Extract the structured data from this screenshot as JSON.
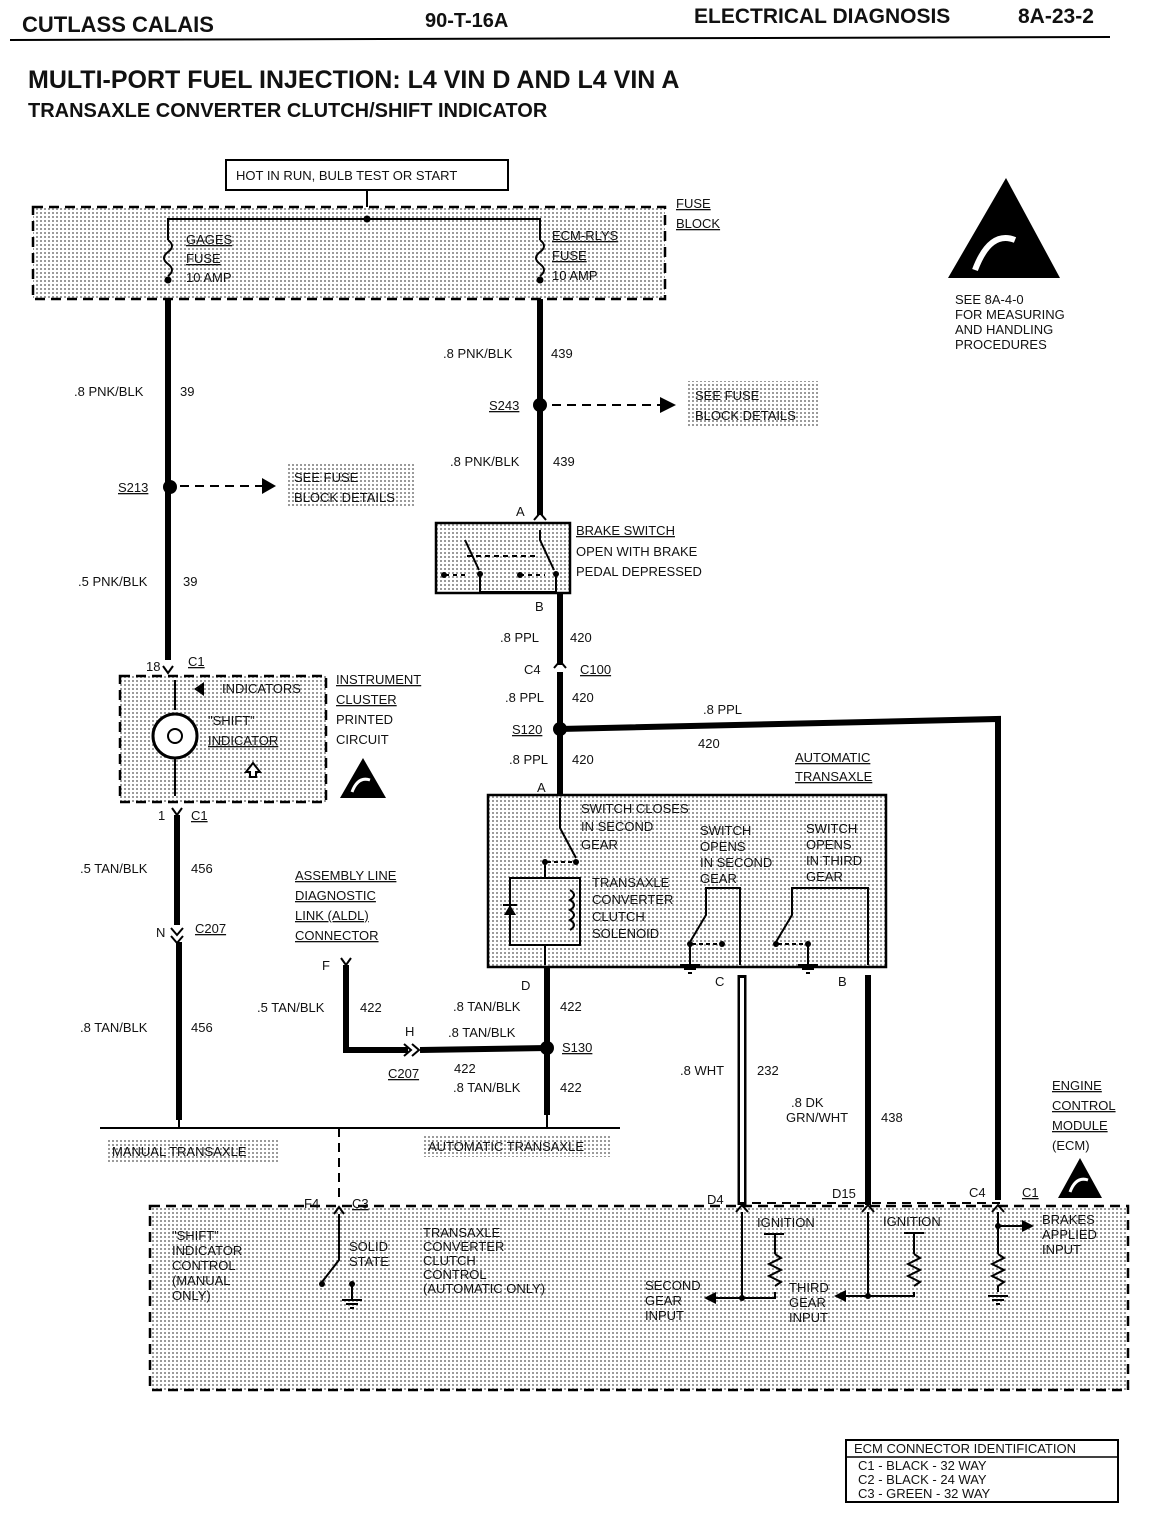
{
  "header": {
    "vehicle": "CUTLASS CALAIS",
    "doc_code": "90-T-16A",
    "section": "ELECTRICAL DIAGNOSIS",
    "page_no": "8A-23-2",
    "title": "MULTI-PORT FUEL INJECTION: L4 VIN D AND L4 VIN A",
    "subtitle": "TRANSAXLE CONVERTER CLUTCH/SHIFT INDICATOR"
  },
  "power": {
    "hot_label": "HOT IN RUN, BULB TEST OR START",
    "fuse_block": [
      "FUSE",
      "BLOCK"
    ],
    "gages_fuse": [
      "GAGES",
      "FUSE",
      "10 AMP"
    ],
    "ecm_fuse": [
      "ECM-RLYS",
      "FUSE",
      "10 AMP"
    ]
  },
  "esd_note": [
    "SEE 8A-4-0",
    "FOR MEASURING",
    "AND HANDLING",
    "PROCEDURES"
  ],
  "left_circuit": {
    "wire1": [
      ".8 PNK/BLK",
      "39"
    ],
    "splice": "S213",
    "splice_ref": [
      "SEE FUSE",
      "BLOCK DETAILS"
    ],
    "wire2": [
      ".5 PNK/BLK",
      "39"
    ],
    "pin_top": "18",
    "conn_top": "C1",
    "cluster": {
      "indicators": "INDICATORS",
      "shift_indicator": [
        "\"SHIFT\"",
        "INDICATOR"
      ],
      "label": [
        "INSTRUMENT",
        "CLUSTER",
        "PRINTED",
        "CIRCUIT"
      ]
    },
    "pin_bottom": "1",
    "conn_bottom": "C1",
    "wire3": [
      ".5 TAN/BLK",
      "456"
    ],
    "c207_pin": "N",
    "c207": "C207",
    "wire4": [
      ".8 TAN/BLK",
      "456"
    ]
  },
  "center_circuit": {
    "wire1": [
      ".8 PNK/BLK",
      "439"
    ],
    "splice": "S243",
    "splice_ref": [
      "SEE FUSE",
      "BLOCK DETAILS"
    ],
    "wire2": [
      ".8 PNK/BLK",
      "439"
    ],
    "brake_pin_a": "A",
    "brake_switch": [
      "BRAKE SWITCH",
      "OPEN WITH BRAKE",
      "PEDAL DEPRESSED"
    ],
    "brake_pin_b": "B",
    "wire3": [
      ".8 PPL",
      "420"
    ],
    "c4": "C4",
    "c100": "C100",
    "wire4": [
      ".8 PPL",
      "420"
    ],
    "s120": "S120",
    "wire5": [
      ".8 PPL",
      "420"
    ],
    "ecm_wire": [
      ".8 PPL",
      "420"
    ],
    "trans_pin_a": "A",
    "auto_transaxle": [
      "AUTOMATIC",
      "TRANSAXLE"
    ],
    "switch_closes": [
      "SWITCH CLOSES",
      "IN SECOND",
      "GEAR"
    ],
    "switch_opens_2": [
      "SWITCH",
      "OPENS",
      "IN SECOND",
      "GEAR"
    ],
    "switch_opens_3": [
      "SWITCH",
      "OPENS",
      "IN THIRD",
      "GEAR"
    ],
    "solenoid": [
      "TRANSAXLE",
      "CONVERTER",
      "CLUTCH",
      "SOLENOID"
    ],
    "pin_d": "D",
    "pin_c": "C",
    "pin_b": "B",
    "wire_d": [
      ".8 TAN/BLK",
      "422"
    ],
    "aldl": [
      "ASSEMBLY LINE",
      "DIAGNOSTIC",
      "LINK (ALDL)",
      "CONNECTOR"
    ],
    "aldl_pin": "F",
    "aldl_wire": [
      ".5 TAN/BLK",
      "422"
    ],
    "h_pin": "H",
    "c207b": "C207",
    "h_wire": [
      ".8 TAN/BLK",
      "422"
    ],
    "s130": "S130",
    "wire_d2": [
      ".8 TAN/BLK",
      "422"
    ],
    "wht_wire": [
      ".8 WHT",
      "232"
    ],
    "grn_wire": [
      ".8 DK",
      "GRN/WHT",
      "438"
    ]
  },
  "bottom": {
    "manual": "MANUAL TRANSAXLE",
    "automatic": "AUTOMATIC TRANSAXLE",
    "f4": "F4",
    "c3": "C3",
    "shift_control": [
      "\"SHIFT\"",
      "INDICATOR",
      "CONTROL",
      "(MANUAL",
      "ONLY)"
    ],
    "solid_state": [
      "SOLID",
      "STATE"
    ],
    "tcc_control": [
      "TRANSAXLE",
      "CONVERTER",
      "CLUTCH",
      "CONTROL",
      "(AUTOMATIC ONLY)"
    ],
    "d4": "D4",
    "d15": "D15",
    "c4": "C4",
    "c1": "C1",
    "ignition1": "IGNITION",
    "ignition2": "IGNITION",
    "second_gear": [
      "SECOND",
      "GEAR",
      "INPUT"
    ],
    "third_gear": [
      "THIRD",
      "GEAR",
      "INPUT"
    ],
    "brakes_applied": [
      "BRAKES",
      "APPLIED",
      "INPUT"
    ],
    "ecm": [
      "ENGINE",
      "CONTROL",
      "MODULE",
      "(ECM)"
    ]
  },
  "ecm_connector_id": {
    "title": "ECM CONNECTOR IDENTIFICATION",
    "rows": [
      "C1 - BLACK - 32 WAY",
      "C2 - BLACK - 24 WAY",
      "C3 - GREEN - 32 WAY"
    ]
  }
}
